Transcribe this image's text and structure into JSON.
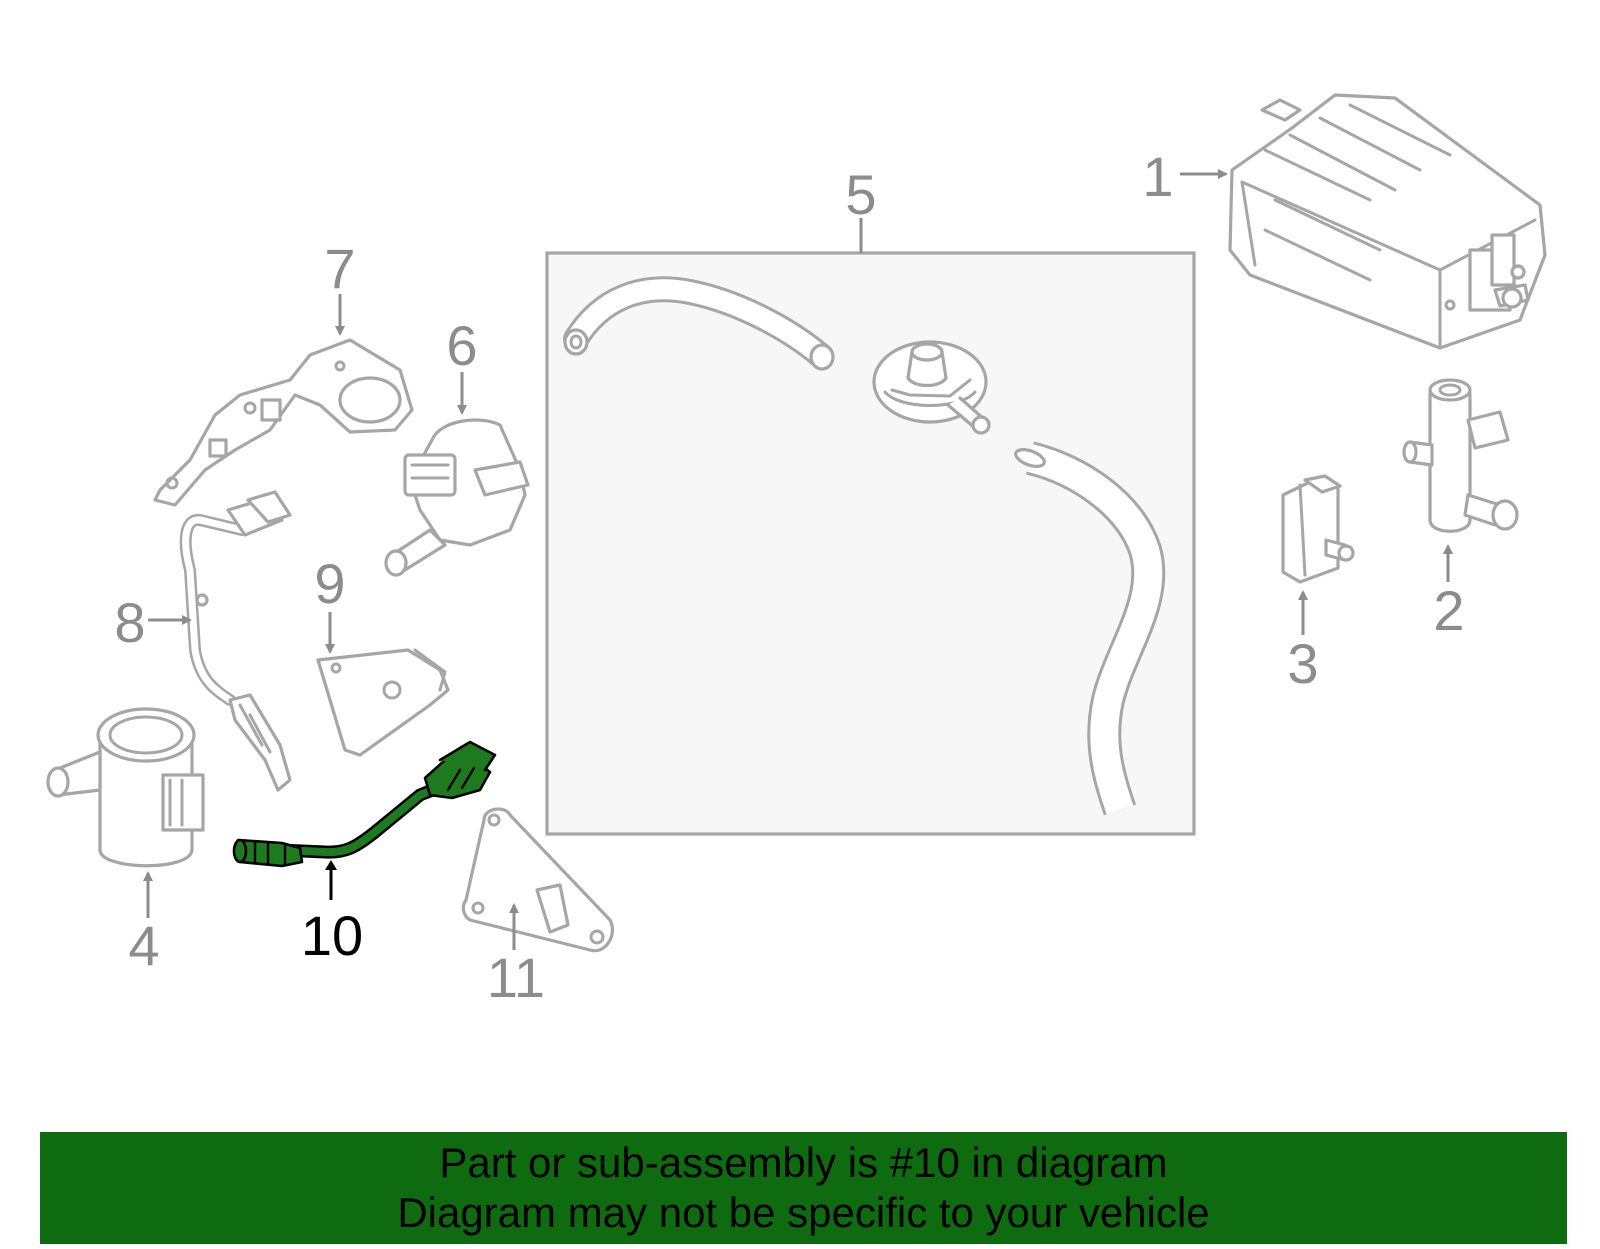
{
  "diagram": {
    "labels": {
      "part1": "1",
      "part2": "2",
      "part3": "3",
      "part4": "4",
      "part5": "5",
      "part6": "6",
      "part7": "7",
      "part8": "8",
      "part9": "9",
      "part10": "10",
      "part11": "11"
    },
    "highlighted_part": "10",
    "colors": {
      "highlight_fill": "#1e7a1e",
      "line_gray": "#a6a6a6",
      "label_gray": "#8c8c8c",
      "banner_bg": "#0f6b0f"
    }
  },
  "banner": {
    "line1": "Part or sub-assembly is #10 in diagram",
    "line2": "Diagram may not be specific to your vehicle"
  }
}
